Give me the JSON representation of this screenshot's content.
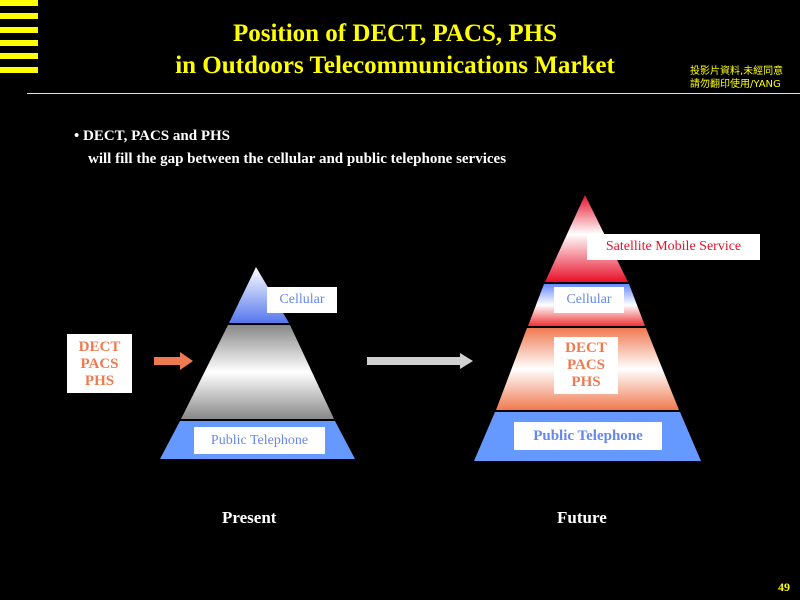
{
  "header": {
    "title_line1": "Position of DECT, PACS, PHS",
    "title_line2": "in Outdoors Telecommunications Market",
    "notice_line1": "投影片資料,未經同意",
    "notice_line2": "請勿翻印使用/YANG"
  },
  "bullet": {
    "marker": "•",
    "line1": "DECT, PACS and PHS",
    "line2": "will fill the gap between the cellular and public telephone services"
  },
  "present": {
    "caption": "Present",
    "cellular": "Cellular",
    "public_telephone": "Public Telephone",
    "dect_box": [
      "DECT",
      "PACS",
      "PHS"
    ]
  },
  "future": {
    "caption": "Future",
    "satellite": "Satellite Mobile Service",
    "cellular": "Cellular",
    "dect_layer": [
      "DECT",
      "PACS",
      "PHS"
    ],
    "public_telephone": "Public Telephone"
  },
  "colors": {
    "accent": "#ffff00",
    "blue": "#6699ff",
    "red": "#e8102a",
    "orange": "#f07a50",
    "gray": "#d0d0d0"
  },
  "page_number": "49"
}
